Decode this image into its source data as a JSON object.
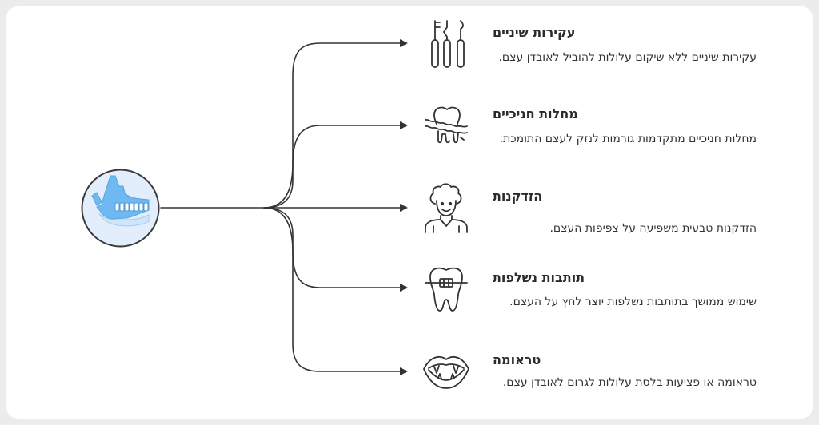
{
  "center": {
    "icon": "jaw-bone-icon"
  },
  "items": [
    {
      "icon": "dental-extraction-tools-icon",
      "title": "עקירות שיניים",
      "description": "עקירות שיניים ללא שיקום עלולות להוביל לאובדן עצם."
    },
    {
      "icon": "gum-disease-tooth-icon",
      "title": "מחלות חניכיים",
      "description": "מחלות חניכיים מתקדמות גורמות לנזק לעצם התומכת."
    },
    {
      "icon": "elderly-person-icon",
      "title": "הזדקנות",
      "description": "הזדקנות טבעית משפיעה על צפיפות העצם."
    },
    {
      "icon": "braces-tooth-icon",
      "title": "תותבות נשלפות",
      "description": "שימוש ממושך בתותבות נשלפות יוצר לחץ על העצם."
    },
    {
      "icon": "open-mouth-fangs-icon",
      "title": "טראומה",
      "description": "טראומה או פציעות בלסת עלולות לגרום לאובדן עצם."
    }
  ]
}
